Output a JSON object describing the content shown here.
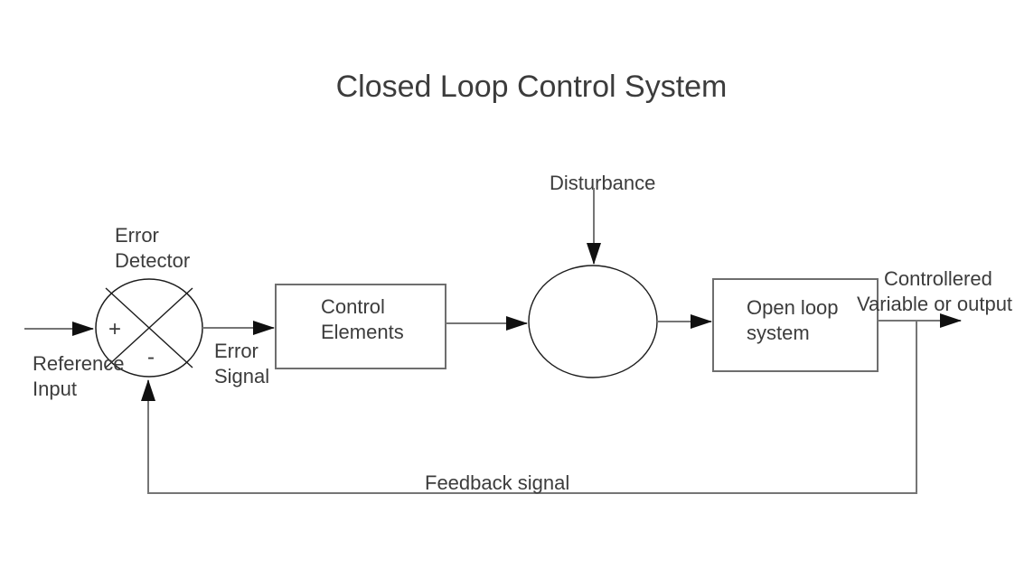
{
  "title": "Closed Loop Control System",
  "colors": {
    "background": "#ffffff",
    "text": "#3c3c3c",
    "connector_line": "#757575",
    "box_border": "#6e6e6e",
    "junction_stroke": "#1c1c1c",
    "arrowhead": "#101010"
  },
  "labels": {
    "error_detector": {
      "line1": "Error",
      "line2": "Detector"
    },
    "reference_input": {
      "line1": "Reference",
      "line2": "Input"
    },
    "error_signal": {
      "line1": "Error",
      "line2": "Signal"
    },
    "control_elements": {
      "line1": "Control",
      "line2": "Elements"
    },
    "disturbance": "Disturbance",
    "open_loop_system": {
      "line1": "Open loop",
      "line2": "system"
    },
    "controlled_output": {
      "line1": "Controllered",
      "line2": "Variable or output"
    },
    "feedback_signal": "Feedback signal",
    "plus": "+",
    "minus": "-"
  }
}
